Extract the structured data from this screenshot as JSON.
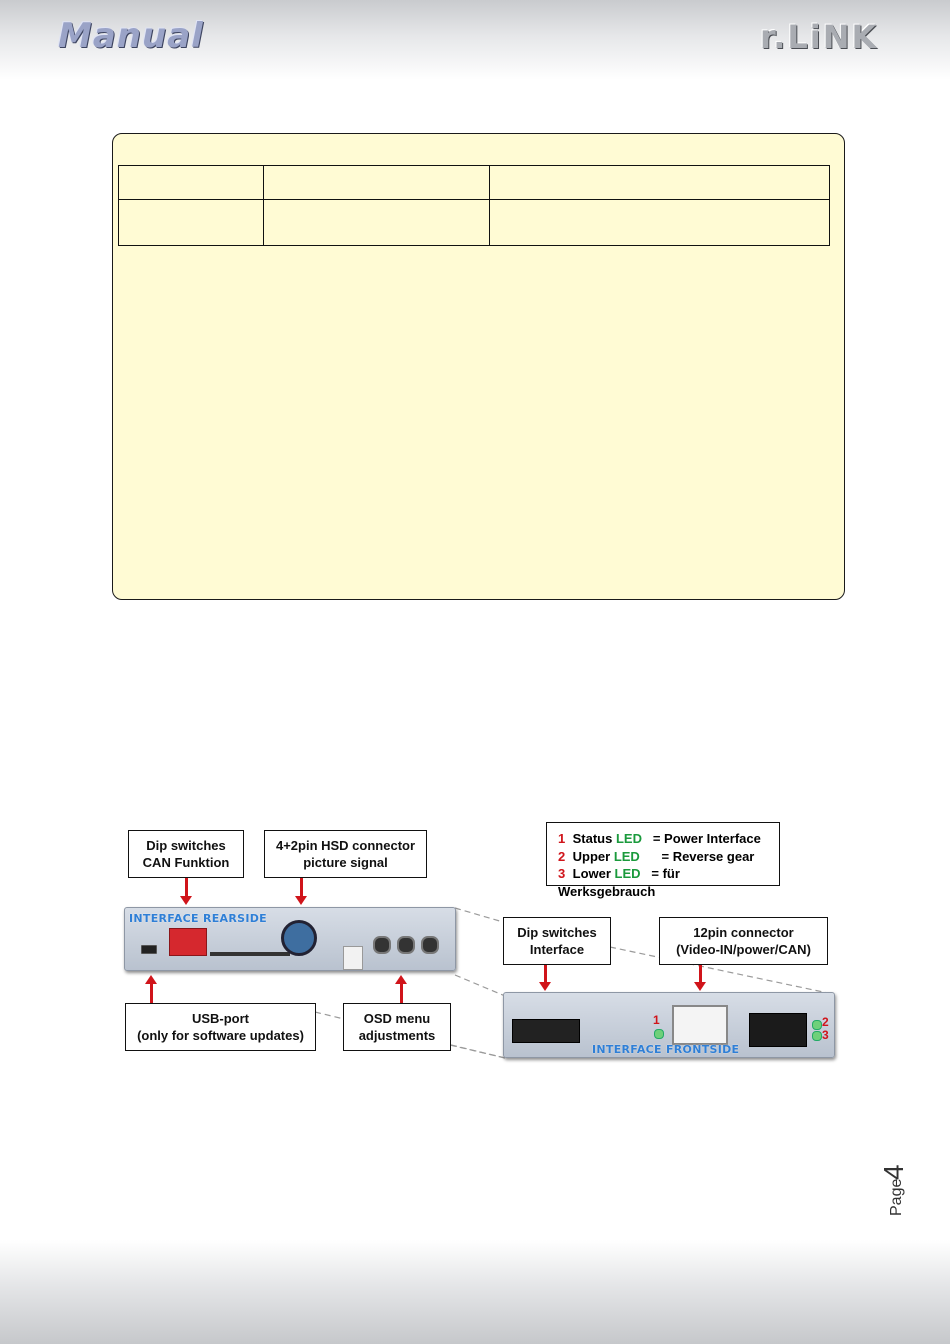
{
  "header": {
    "logo_left": "Manual",
    "logo_right": "r.LiNK"
  },
  "callouts": {
    "dip_can": "Dip switches\nCAN Funktion",
    "hsd": "4+2pin HSD connector\npicture signal",
    "dip_interface": "Dip switches\nInterface",
    "pin12": "12pin connector\n(Video-IN/power/CAN)",
    "usb": "USB-port\n(only for software updates)",
    "osd": "OSD menu\nadjustments"
  },
  "legend": [
    {
      "num": "1",
      "name": "Status",
      "led": "LED",
      "desc": "= Power Interface"
    },
    {
      "num": "2",
      "name": "Upper",
      "led": "LED",
      "desc": "= Reverse gear"
    },
    {
      "num": "3",
      "name": "Lower",
      "led": "LED",
      "desc": "= für Werksgebrauch"
    }
  ],
  "device": {
    "rear_label": "INTERFACE REARSIDE",
    "front_label": "INTERFACE FRONTSIDE",
    "front_led_labels": [
      "1",
      "2",
      "3"
    ]
  },
  "footer": {
    "page_word": "Page",
    "page_number": "4"
  },
  "colors": {
    "accent_red": "#d0141a",
    "led_green": "#1a9a3c",
    "label_blue": "#2f7fd6",
    "box_yellow": "#fffbd4"
  }
}
